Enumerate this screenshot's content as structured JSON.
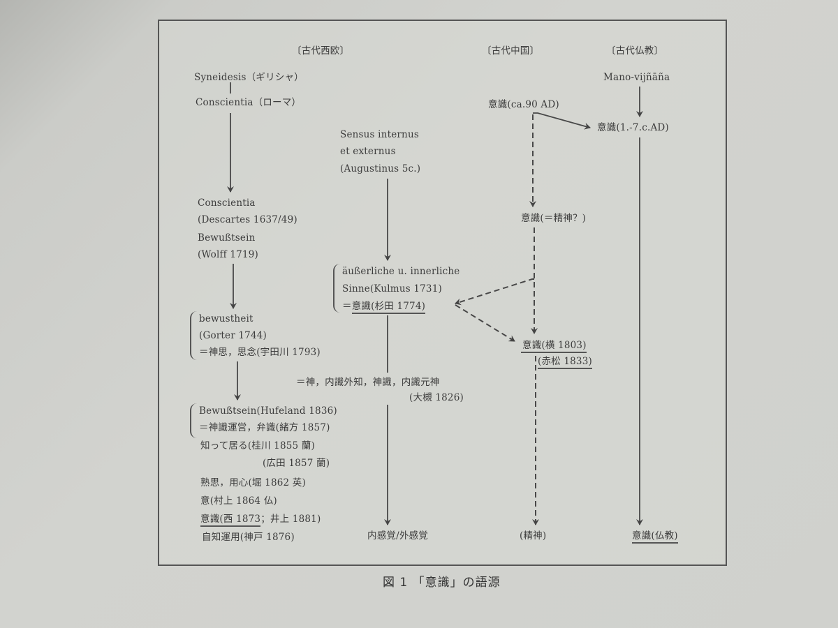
{
  "figure": {
    "caption": "図 1 「意識」の語源",
    "headers": {
      "west": "〔古代西欧〕",
      "china": "〔古代中国〕",
      "buddhism": "〔古代仏教〕"
    },
    "west_column": {
      "syneidesis": "Syneidesis（ギリシャ）",
      "conscientia_rome": "Conscientia（ローマ）",
      "conscientia": "Conscientia",
      "descartes": "(Descartes 1637/49)",
      "bewusstsein": "Bewußtsein",
      "wolff": "(Wolff 1719)",
      "bewustheit": "bewustheit",
      "gorter": "(Gorter 1744)",
      "shinshi": "＝神思，思念(宇田川 1793)",
      "hufeland": "Bewußtsein(Hufeland 1836)",
      "ogata": "＝神識運営，弁識(緒方 1857)",
      "katsuragawa": "知って居る(桂川 1855 蘭)",
      "hirota": "(広田 1857 蘭)",
      "hori": "熟思，用心(堀 1862 英)",
      "murakami": "意(村上 1864 仏)",
      "nishi_prefix": "意識(西 1873",
      "nishi_suffix": "；井上 1881)",
      "kobe": "自知運用(神戸 1876)"
    },
    "sensus_column": {
      "sensus_1": "Sensus internus",
      "sensus_2": "et externus",
      "augustinus": "(Augustinus 5c.)",
      "kulmus_1": "äußerliche u. innerliche",
      "kulmus_2": "Sinne(Kulmus 1731)",
      "sugita_eq": "＝",
      "sugita": "意識(杉田 1774)",
      "otsuki_1": "＝神，内識外知，神識，内識元神",
      "otsuki_2": "(大槻 1826)",
      "result": "内感覚/外感覚"
    },
    "china_column": {
      "ishiki_90": "意識(ca.90 AD)",
      "ishiki_seishin": "意識(＝精神？)",
      "yoko": "意識(横 1803)",
      "akamatsu": "(赤松 1833)",
      "result": "(精神)"
    },
    "buddhism_column": {
      "mano": "Mano-vijñāña",
      "ishiki_17": "意識(1.-7.c.AD)",
      "result": "意識(仏教)"
    }
  },
  "colors": {
    "ink": "#3c3c3c",
    "line": "#4a4a4a",
    "paper": "#d0d1cd"
  }
}
